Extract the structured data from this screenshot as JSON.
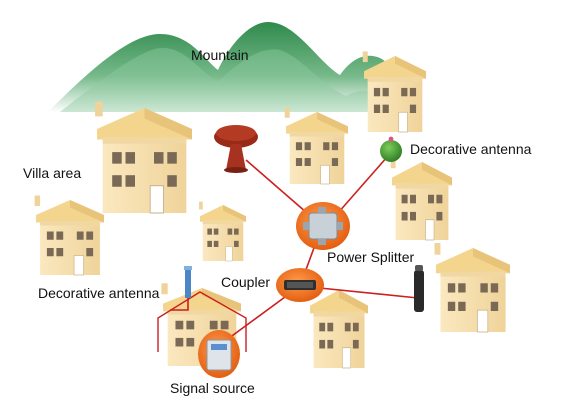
{
  "labels": {
    "mountain": "Mountain",
    "villa_area": "Villa area",
    "decorative_antenna_right": "Decorative antenna",
    "decorative_antenna_left": "Decorative antenna",
    "power_splitter": "Power Splitter",
    "coupler": "Coupler",
    "signal_source": "Signal source"
  },
  "colors": {
    "link_line": "#cc1f1f",
    "node_orange": "#f07020",
    "mountain_green": "#3f9a5c",
    "house_wall": "#f7e3b0",
    "house_roof": "#f4d58d"
  },
  "icons": {
    "mushroom_antenna": "mushroom-antenna-icon",
    "cactus_antenna": "cactus-antenna-icon",
    "tube_antenna": "tube-antenna-icon",
    "stick_antenna": "stick-antenna-icon",
    "power_splitter": "power-splitter-icon",
    "coupler": "coupler-icon",
    "signal_source": "signal-source-icon"
  }
}
